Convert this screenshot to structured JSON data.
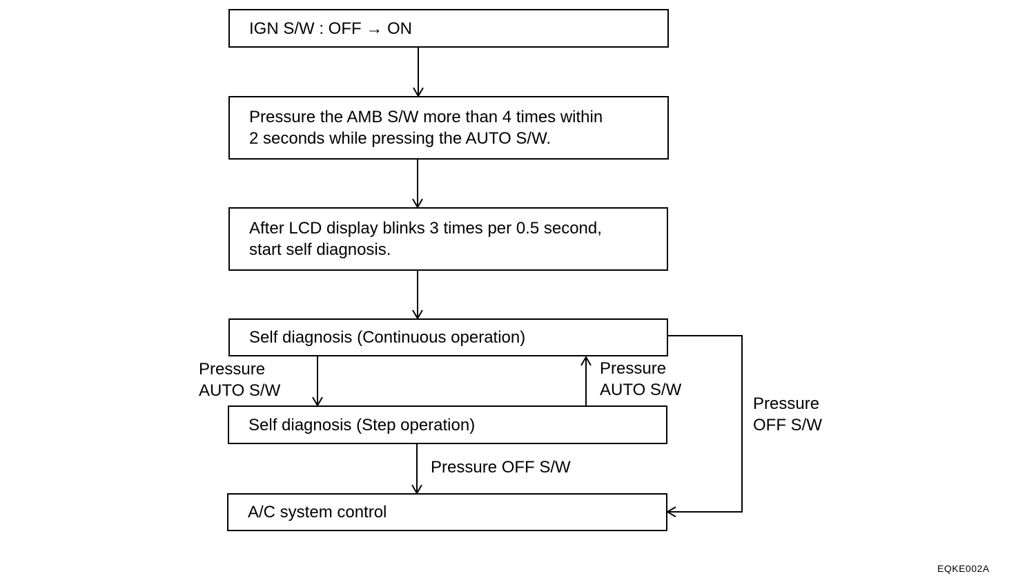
{
  "flowchart": {
    "steps": [
      {
        "id": "ign",
        "lines": [
          "IGN S/W : OFF →  ON"
        ]
      },
      {
        "id": "press-amb",
        "lines": [
          "Pressure the AMB S/W more than 4 times within",
          "2 seconds while pressing the AUTO S/W."
        ]
      },
      {
        "id": "lcd-blink",
        "lines": [
          "After LCD display blinks 3 times per 0.5 second,",
          "start self diagnosis."
        ]
      },
      {
        "id": "continuous",
        "lines": [
          "Self diagnosis (Continuous operation)"
        ]
      },
      {
        "id": "step",
        "lines": [
          "Self diagnosis (Step operation)"
        ]
      },
      {
        "id": "ac-control",
        "lines": [
          "A/C system control"
        ]
      }
    ],
    "edge_labels": {
      "to_step": [
        "Pressure",
        "AUTO S/W"
      ],
      "to_continuous": [
        "Pressure",
        "AUTO S/W"
      ],
      "step_to_ac": [
        "Pressure OFF S/W"
      ],
      "continuous_to_ac": [
        "Pressure",
        "OFF S/W"
      ]
    }
  },
  "figure_code": "EQKE002A"
}
